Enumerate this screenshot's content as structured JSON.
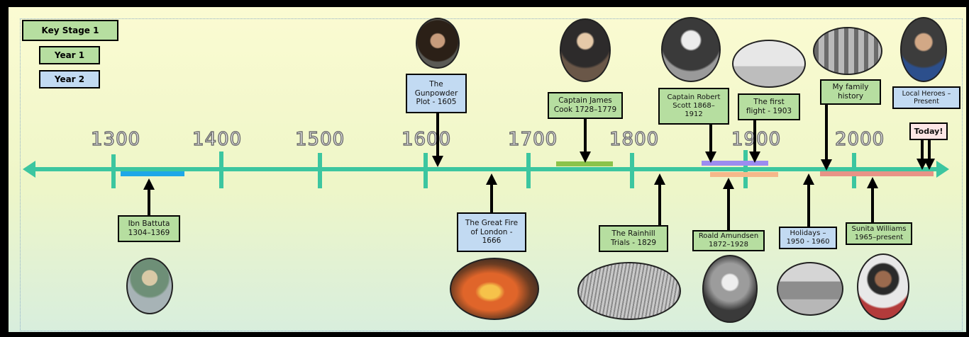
{
  "legend": {
    "key_stage": "Key Stage 1",
    "year1": "Year 1",
    "year2": "Year 2"
  },
  "colors": {
    "axis": "#3cc6a0",
    "year1": "#b6dea0",
    "year2": "#c2daf2",
    "today": "#fde6e6",
    "bar_ibn": "#1ea7e8",
    "bar_cook": "#8bc34a",
    "bar_scott": "#9c8cf0",
    "bar_amundsen": "#f5b88a",
    "bar_family": "#e89386"
  },
  "years": [
    "1300",
    "1400",
    "1500",
    "1600",
    "1700",
    "1800",
    "1900",
    "2000"
  ],
  "events": {
    "ibn": "Ibn Battuta\n1304–1369",
    "gunpowder": "The\nGunpowder\nPlot - 1605",
    "fire": "The Great Fire\nof London -\n1666",
    "cook": "Captain James\nCook 1728–1779",
    "rainhill": "The Rainhill\nTrials - 1829",
    "scott": "Captain Robert\nScott 1868–\n1912",
    "amundsen": "Roald Amundsen\n1872–1928",
    "flight": "The first\nflight - 1903",
    "holidays": "Holidays –\n1950 - 1960",
    "family": "My family\nhistory",
    "sunita": "Sunita Williams\n1965–present",
    "local": "Local Heroes –\nPresent",
    "today": "Today!"
  },
  "pictures": {
    "ibn": "portrait-illustration",
    "gunpowder": "portrait-painting",
    "cook": "portrait-painting",
    "scott": "portrait-photo",
    "flight": "aeroplane-photo",
    "family": "street-photo",
    "local": "portrait-photo",
    "fire": "fire-painting",
    "rainhill": "engraving",
    "amundsen": "portrait-photo",
    "holidays": "seaside-photo",
    "sunita": "astronaut-photo"
  }
}
